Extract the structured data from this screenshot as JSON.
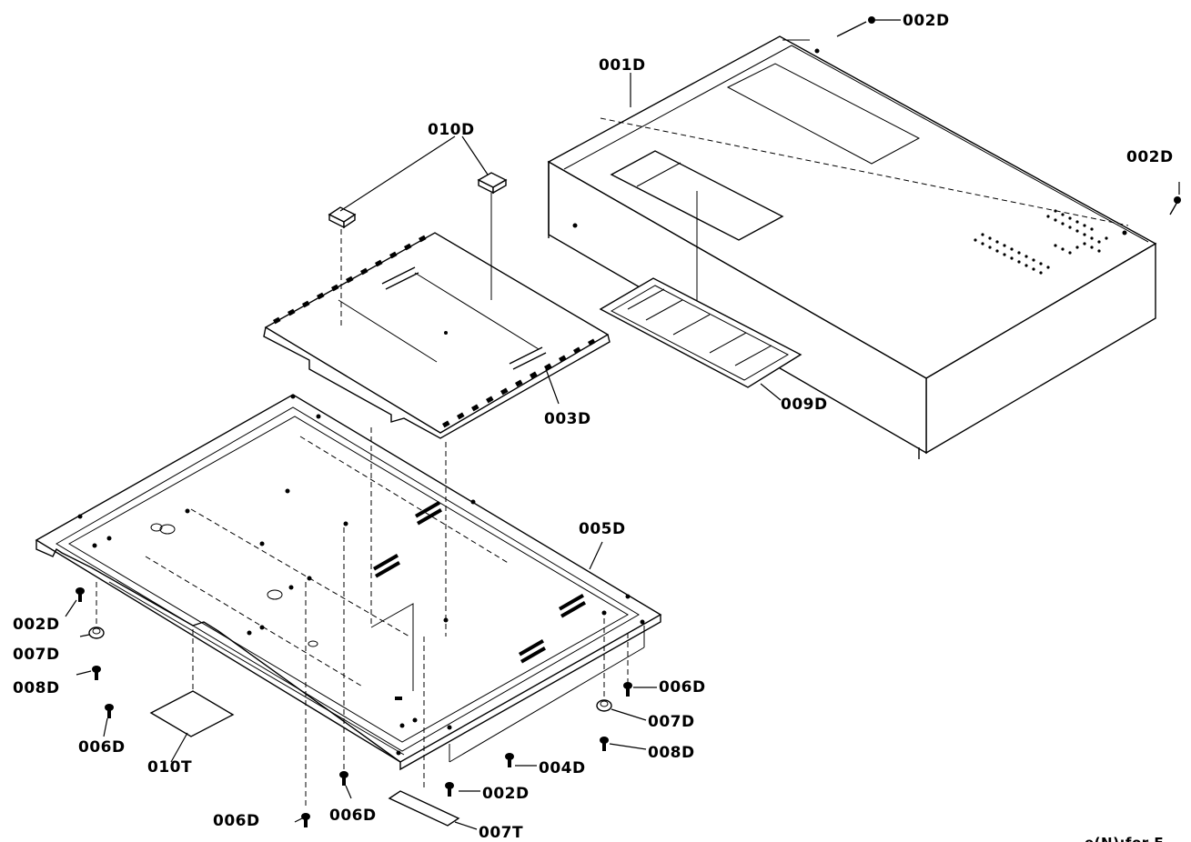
{
  "labels": {
    "p001D": "001D",
    "p002D_top": "002D",
    "p002D_right": "002D",
    "p002D_left": "002D",
    "p002D_bottom": "002D",
    "p003D": "003D",
    "p004D": "004D",
    "p005D": "005D",
    "p006D_right": "006D",
    "p006D_left": "006D",
    "p006D_bottom1": "006D",
    "p006D_bottom2": "006D",
    "p007D_left": "007D",
    "p007D_right": "007D",
    "p007T": "007T",
    "p008D_left": "008D",
    "p008D_right": "008D",
    "p009D": "009D",
    "p010D": "010D",
    "p010T": "010T",
    "footer": "e(N):for E"
  }
}
